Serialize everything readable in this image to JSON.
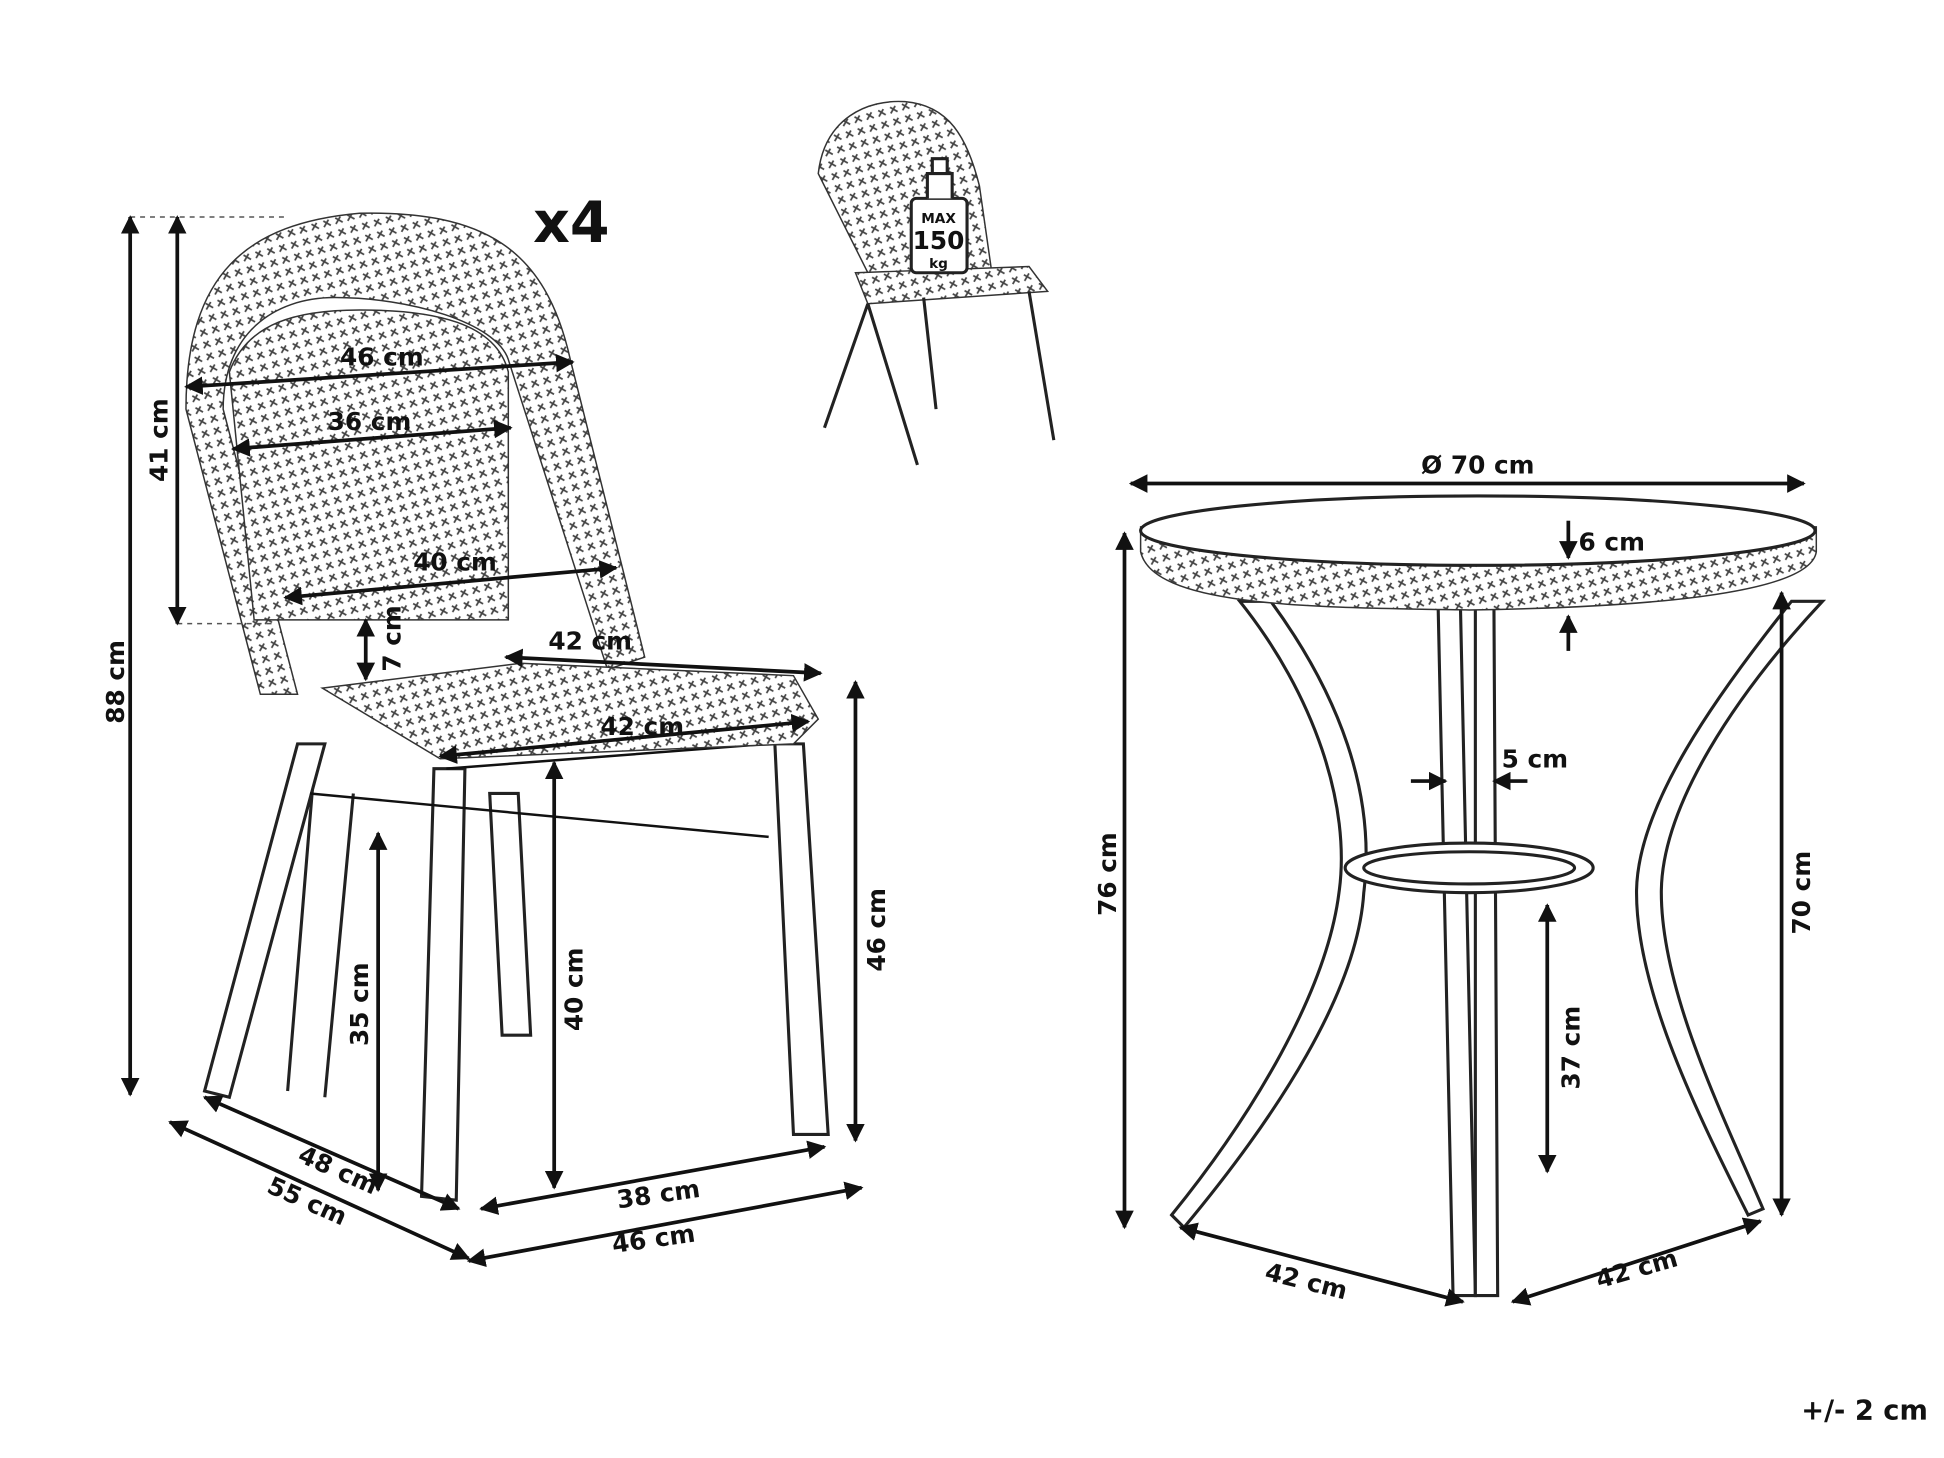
{
  "multiplier": "x4",
  "load_badge": {
    "top": "MAX",
    "value": "150",
    "unit": "kg"
  },
  "chair": {
    "back_outer_width": "46 cm",
    "back_inner_width": "36 cm",
    "back_lower_width": "40 cm",
    "back_height": "41 cm",
    "total_height": "88 cm",
    "back_gap": "7 cm",
    "seat_depth": "42 cm",
    "seat_width": "42 cm",
    "stretcher_height": "35 cm",
    "seat_under_height": "40 cm",
    "seat_height": "46 cm",
    "base_depth_inner": "48 cm",
    "base_depth_outer": "55 cm",
    "base_width_inner": "38 cm",
    "base_width_outer": "46 cm"
  },
  "table": {
    "diameter": "Ø 70 cm",
    "top_thickness": "6 cm",
    "total_height": "76 cm",
    "under_top_height": "70 cm",
    "leg_width": "5 cm",
    "ring_height": "37 cm",
    "base_left": "42 cm",
    "base_right": "42 cm"
  },
  "tolerance": "+/- 2 cm"
}
